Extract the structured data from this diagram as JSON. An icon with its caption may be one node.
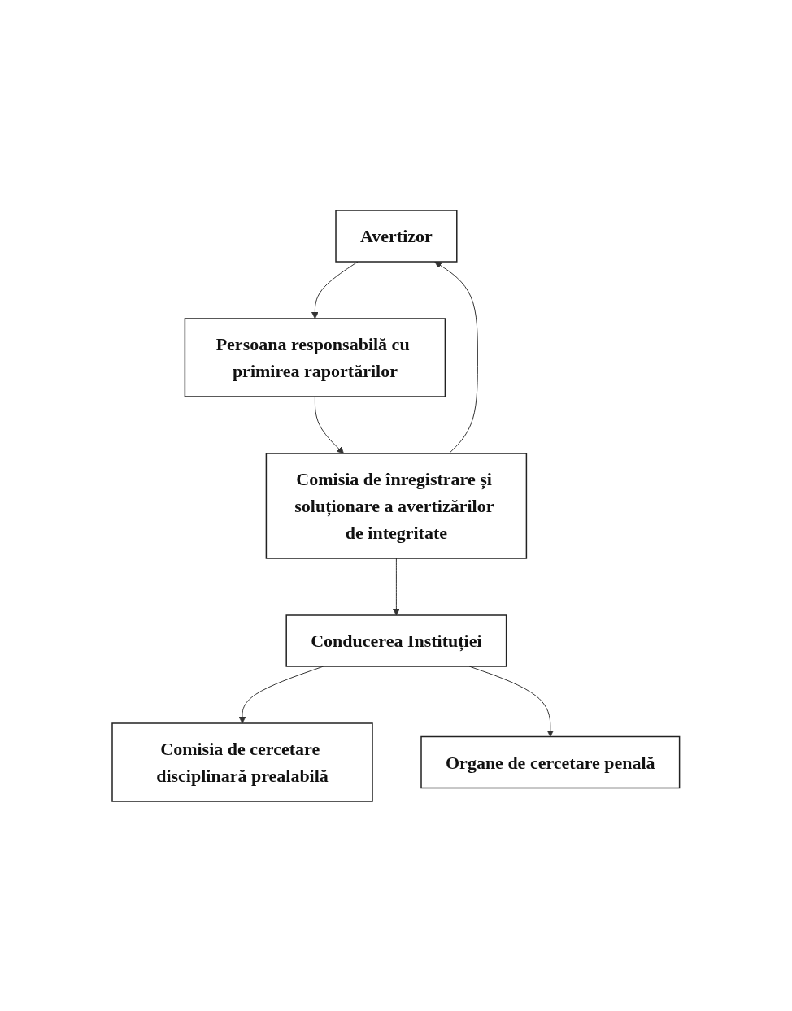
{
  "diagram": {
    "nodes": [
      {
        "text": [
          "Avertizor"
        ]
      },
      {
        "text": [
          "Persoana responsabilă cu primirea raportărilor"
        ]
      },
      {
        "text": [
          "Comisia de înregistrare și soluționare a avertizărilor de integritate"
        ]
      },
      {
        "text": [
          "Conducerea Instituției"
        ]
      },
      {
        "text": [
          "Comisia de cercetare disciplinară prealabilă"
        ]
      },
      {
        "text": [
          "Organe de cercetare penală"
        ]
      }
    ],
    "edges": [
      {
        "from": 0,
        "to": 1,
        "arrow": "to"
      },
      {
        "from": 1,
        "to": 2,
        "arrow": "to"
      },
      {
        "from": 2,
        "to": 0,
        "arrow": "to"
      },
      {
        "from": 2,
        "to": 3,
        "arrow": "to"
      },
      {
        "from": 3,
        "to": 4,
        "arrow": "to"
      },
      {
        "from": 3,
        "to": 5,
        "arrow": "to"
      }
    ]
  }
}
